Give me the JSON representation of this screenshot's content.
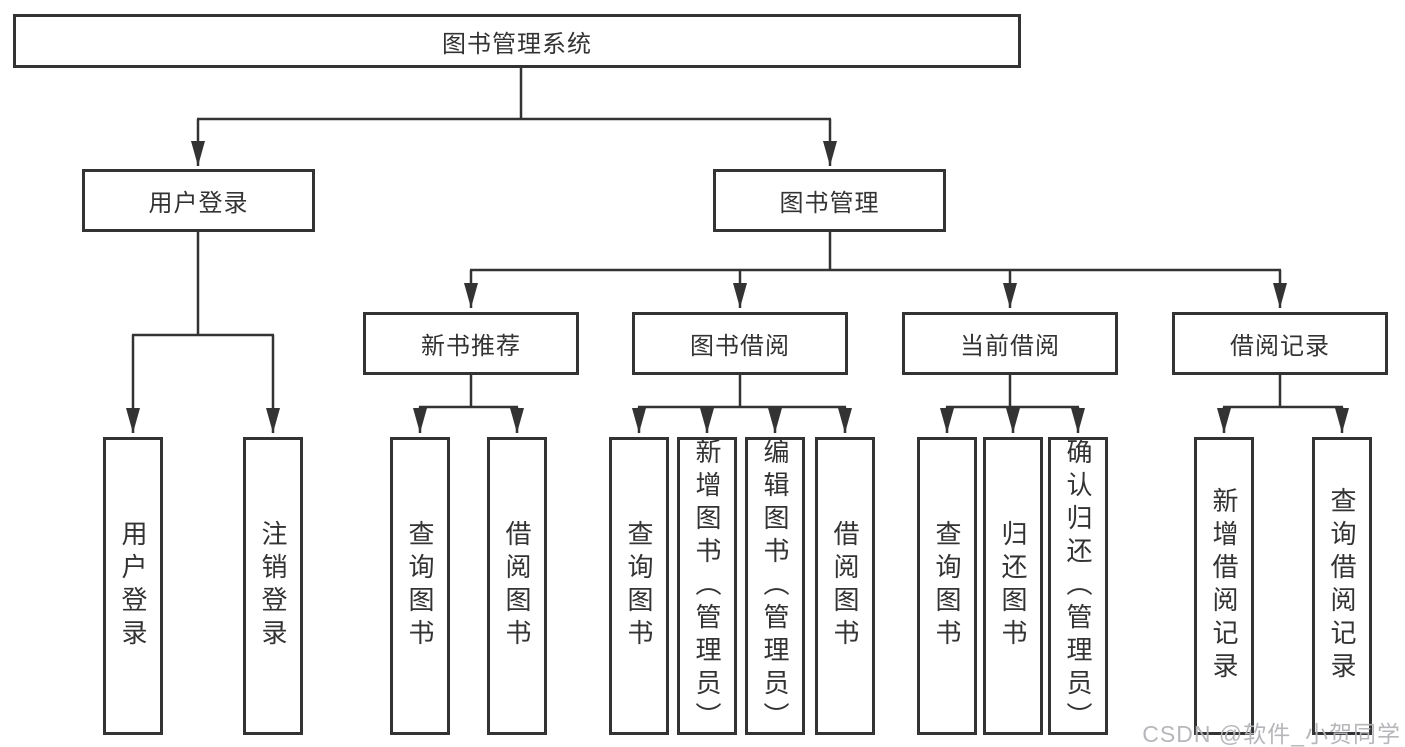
{
  "tree": {
    "label": "图书管理系统",
    "children": [
      {
        "label": "用户登录",
        "children": [
          {
            "label": "用户登录"
          },
          {
            "label": "注销登录"
          }
        ]
      },
      {
        "label": "图书管理",
        "children": [
          {
            "label": "新书推荐",
            "children": [
              {
                "label": "查询图书"
              },
              {
                "label": "借阅图书"
              }
            ]
          },
          {
            "label": "图书借阅",
            "children": [
              {
                "label": "查询图书"
              },
              {
                "label": "新增图书（管理员）"
              },
              {
                "label": "编辑图书（管理员）"
              },
              {
                "label": "借阅图书"
              }
            ]
          },
          {
            "label": "当前借阅",
            "children": [
              {
                "label": "查询图书"
              },
              {
                "label": "归还图书"
              },
              {
                "label": "确认归还（管理员）"
              }
            ]
          },
          {
            "label": "借阅记录",
            "children": [
              {
                "label": "新增借阅记录"
              },
              {
                "label": "查询借阅记录"
              }
            ]
          }
        ]
      }
    ]
  },
  "watermark": "CSDN @软件_小贺同学",
  "colors": {
    "line": "#333333",
    "text": "#333333",
    "watermark": "#b4b4b8",
    "background": "#ffffff"
  }
}
